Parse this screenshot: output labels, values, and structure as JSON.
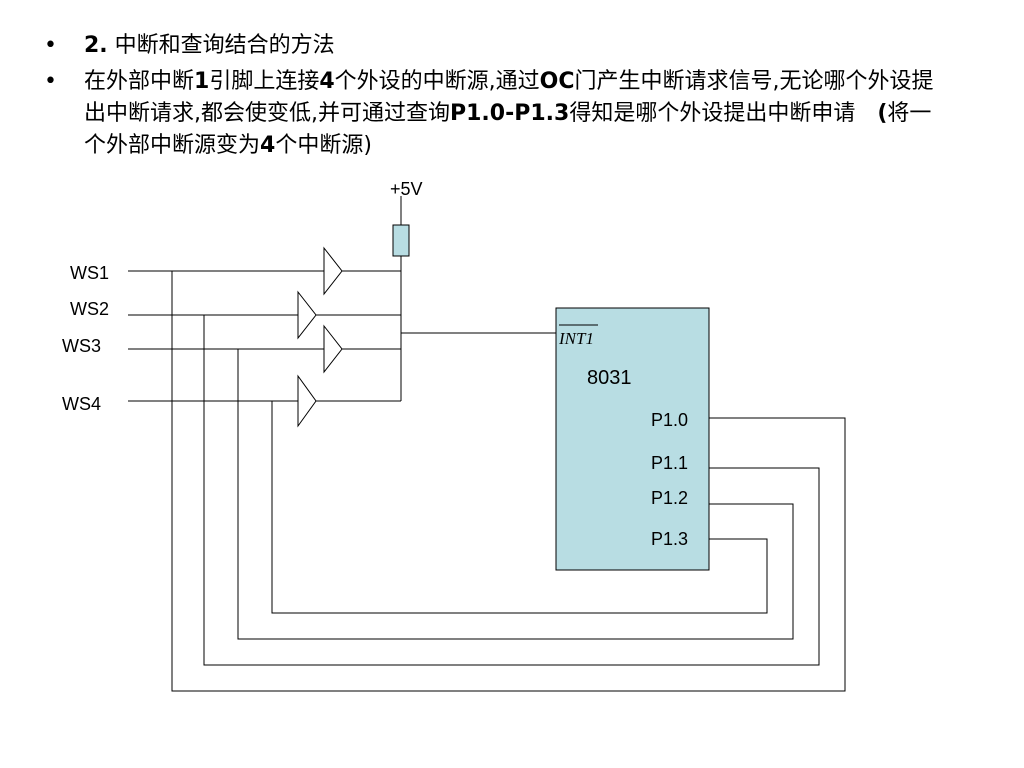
{
  "bullets": [
    {
      "marker": "•",
      "num": "2.",
      "text": " 中断和查询结合的方法"
    },
    {
      "marker": "•",
      "parts": [
        "在外部中断",
        "1",
        "引脚上连接",
        "4",
        "个外设的中断源,通过",
        "OC",
        "门产生中断请求信号,无论哪个外设提出中断请求,都会使变低,并可通过查询",
        "P1.0-P1.3",
        "得知是哪个外设提出中断申请　",
        "(",
        "将一个外部中断源变为",
        "4",
        "个中断源)"
      ]
    }
  ],
  "diagram": {
    "supply_label": "+5V",
    "inputs": [
      "WS1",
      "WS2",
      "WS3",
      "WS4"
    ],
    "chip": {
      "name": "8031",
      "int_pin": "INT1",
      "ports": [
        "P1.0",
        "P1.1",
        "P1.2",
        "P1.3"
      ],
      "fill_color": "#b8dde3"
    },
    "resistor_color": "#b8dde3"
  }
}
